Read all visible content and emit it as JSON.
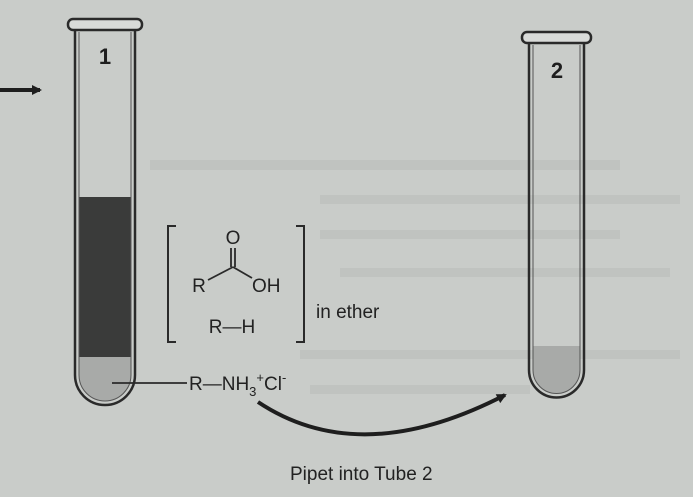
{
  "tubes": [
    {
      "number": "1"
    },
    {
      "number": "2"
    }
  ],
  "mixture": {
    "atom_o": "O",
    "atom_r": "R",
    "group_oh": "OH",
    "hydrocarbon": "R—H",
    "solvent_label": "in ether"
  },
  "aqueous_layer": {
    "salt_r": "R—NH",
    "salt_sub": "3",
    "salt_sup1": "+",
    "salt_cl": "Cl",
    "salt_sup2": "-"
  },
  "transfer_label": "Pipet into Tube 2",
  "colors": {
    "ether_layer": "#3a3b3a",
    "aqueous_layer": "#a8aaa8",
    "tube_outline": "#2a2a2a",
    "background": "#c9ccc9"
  }
}
